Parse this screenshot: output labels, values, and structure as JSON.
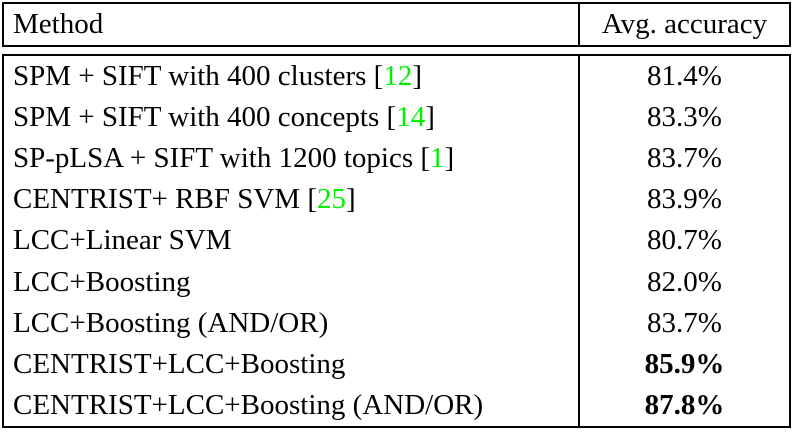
{
  "colors": {
    "citation_green": "#00f000",
    "rule_black": "#000000"
  },
  "table": {
    "header": {
      "method": "Method",
      "accuracy": "Avg. accuracy"
    },
    "rows": [
      {
        "pre": "SPM + SIFT with 400 clusters [",
        "cite": "12",
        "post": "]",
        "accuracy": "81.4%"
      },
      {
        "pre": "SPM + SIFT with 400 concepts [",
        "cite": "14",
        "post": "]",
        "accuracy": "83.3%"
      },
      {
        "pre": "SP-pLSA + SIFT with 1200 topics [",
        "cite": "1",
        "post": "]",
        "accuracy": "83.7%"
      },
      {
        "pre": "CENTRIST+ RBF SVM [",
        "cite": "25",
        "post": "]",
        "accuracy": "83.9%"
      },
      {
        "pre": "LCC+Linear SVM",
        "cite": "",
        "post": "",
        "accuracy": "80.7%"
      },
      {
        "pre": "LCC+Boosting",
        "cite": "",
        "post": "",
        "accuracy": "82.0%"
      },
      {
        "pre": "LCC+Boosting (AND/OR)",
        "cite": "",
        "post": "",
        "accuracy": "83.7%"
      },
      {
        "pre": "CENTRIST+LCC+Boosting",
        "cite": "",
        "post": "",
        "accuracy": "85.9%"
      },
      {
        "pre": "CENTRIST+LCC+Boosting (AND/OR)",
        "cite": "",
        "post": "",
        "accuracy": "87.8%"
      }
    ]
  }
}
